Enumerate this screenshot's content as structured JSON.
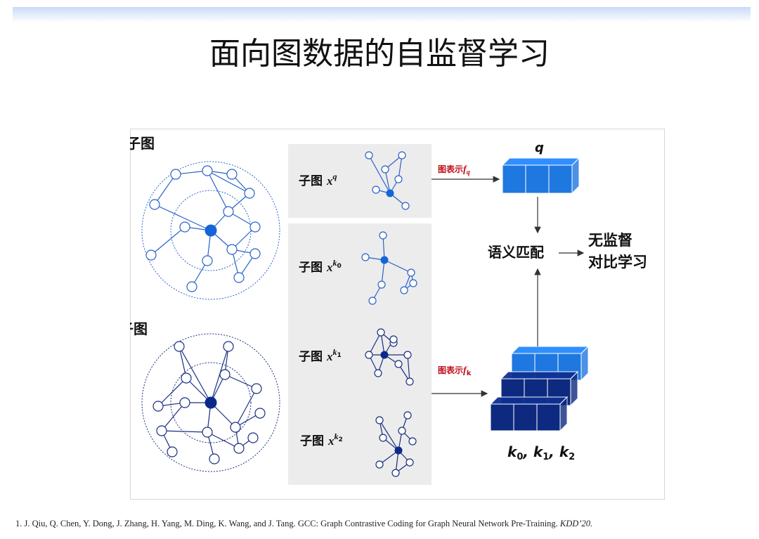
{
  "slide": {
    "title": "面向图数据的自监督学习"
  },
  "diagram": {
    "query_graph_label": "查询子图",
    "answer_graph_label": "答案子图",
    "subgraph_prefix": "子图",
    "query_subgraph_var": "q",
    "key_subgraph_vars": [
      "0",
      "1",
      "2"
    ],
    "encoder_query_label": "图表示",
    "encoder_query_sub": "q",
    "encoder_key_label": "图表示",
    "encoder_key_sub": "k",
    "query_vector_label": "q",
    "semantic_match_label": "语义匹配",
    "outcome_line1": "无监督",
    "outcome_line2": "对比学习",
    "keys_label_text": "k0, k1, k2",
    "colors": {
      "query_node": "#1565d8",
      "key_node": "#0a2a8a",
      "cube_light": "#1f78e0",
      "cube_dark": "#0d2a80",
      "encoder_text": "#c0101a"
    }
  },
  "footnote": {
    "text": "1.  J. Qiu, Q. Chen, Y. Dong, J. Zhang, H. Yang, M. Ding, K. Wang, and J. Tang. GCC: Graph Contrastive Coding for Graph Neural Network Pre-Training.",
    "venue": "KDD’20."
  }
}
